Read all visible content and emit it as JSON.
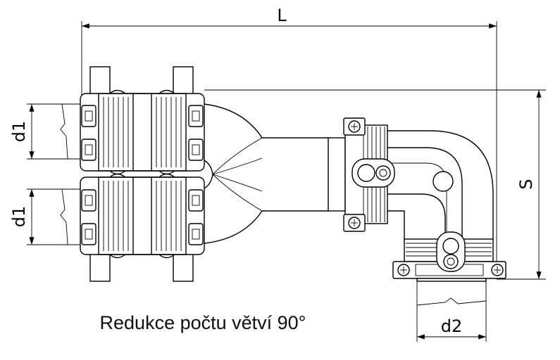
{
  "dimensions": {
    "L": "L",
    "S": "S",
    "d1_top": "d1",
    "d1_bottom": "d1",
    "d2": "d2"
  },
  "caption": "Redukce počtu větví 90°",
  "colors": {
    "line": "#000000",
    "background": "#ffffff"
  }
}
